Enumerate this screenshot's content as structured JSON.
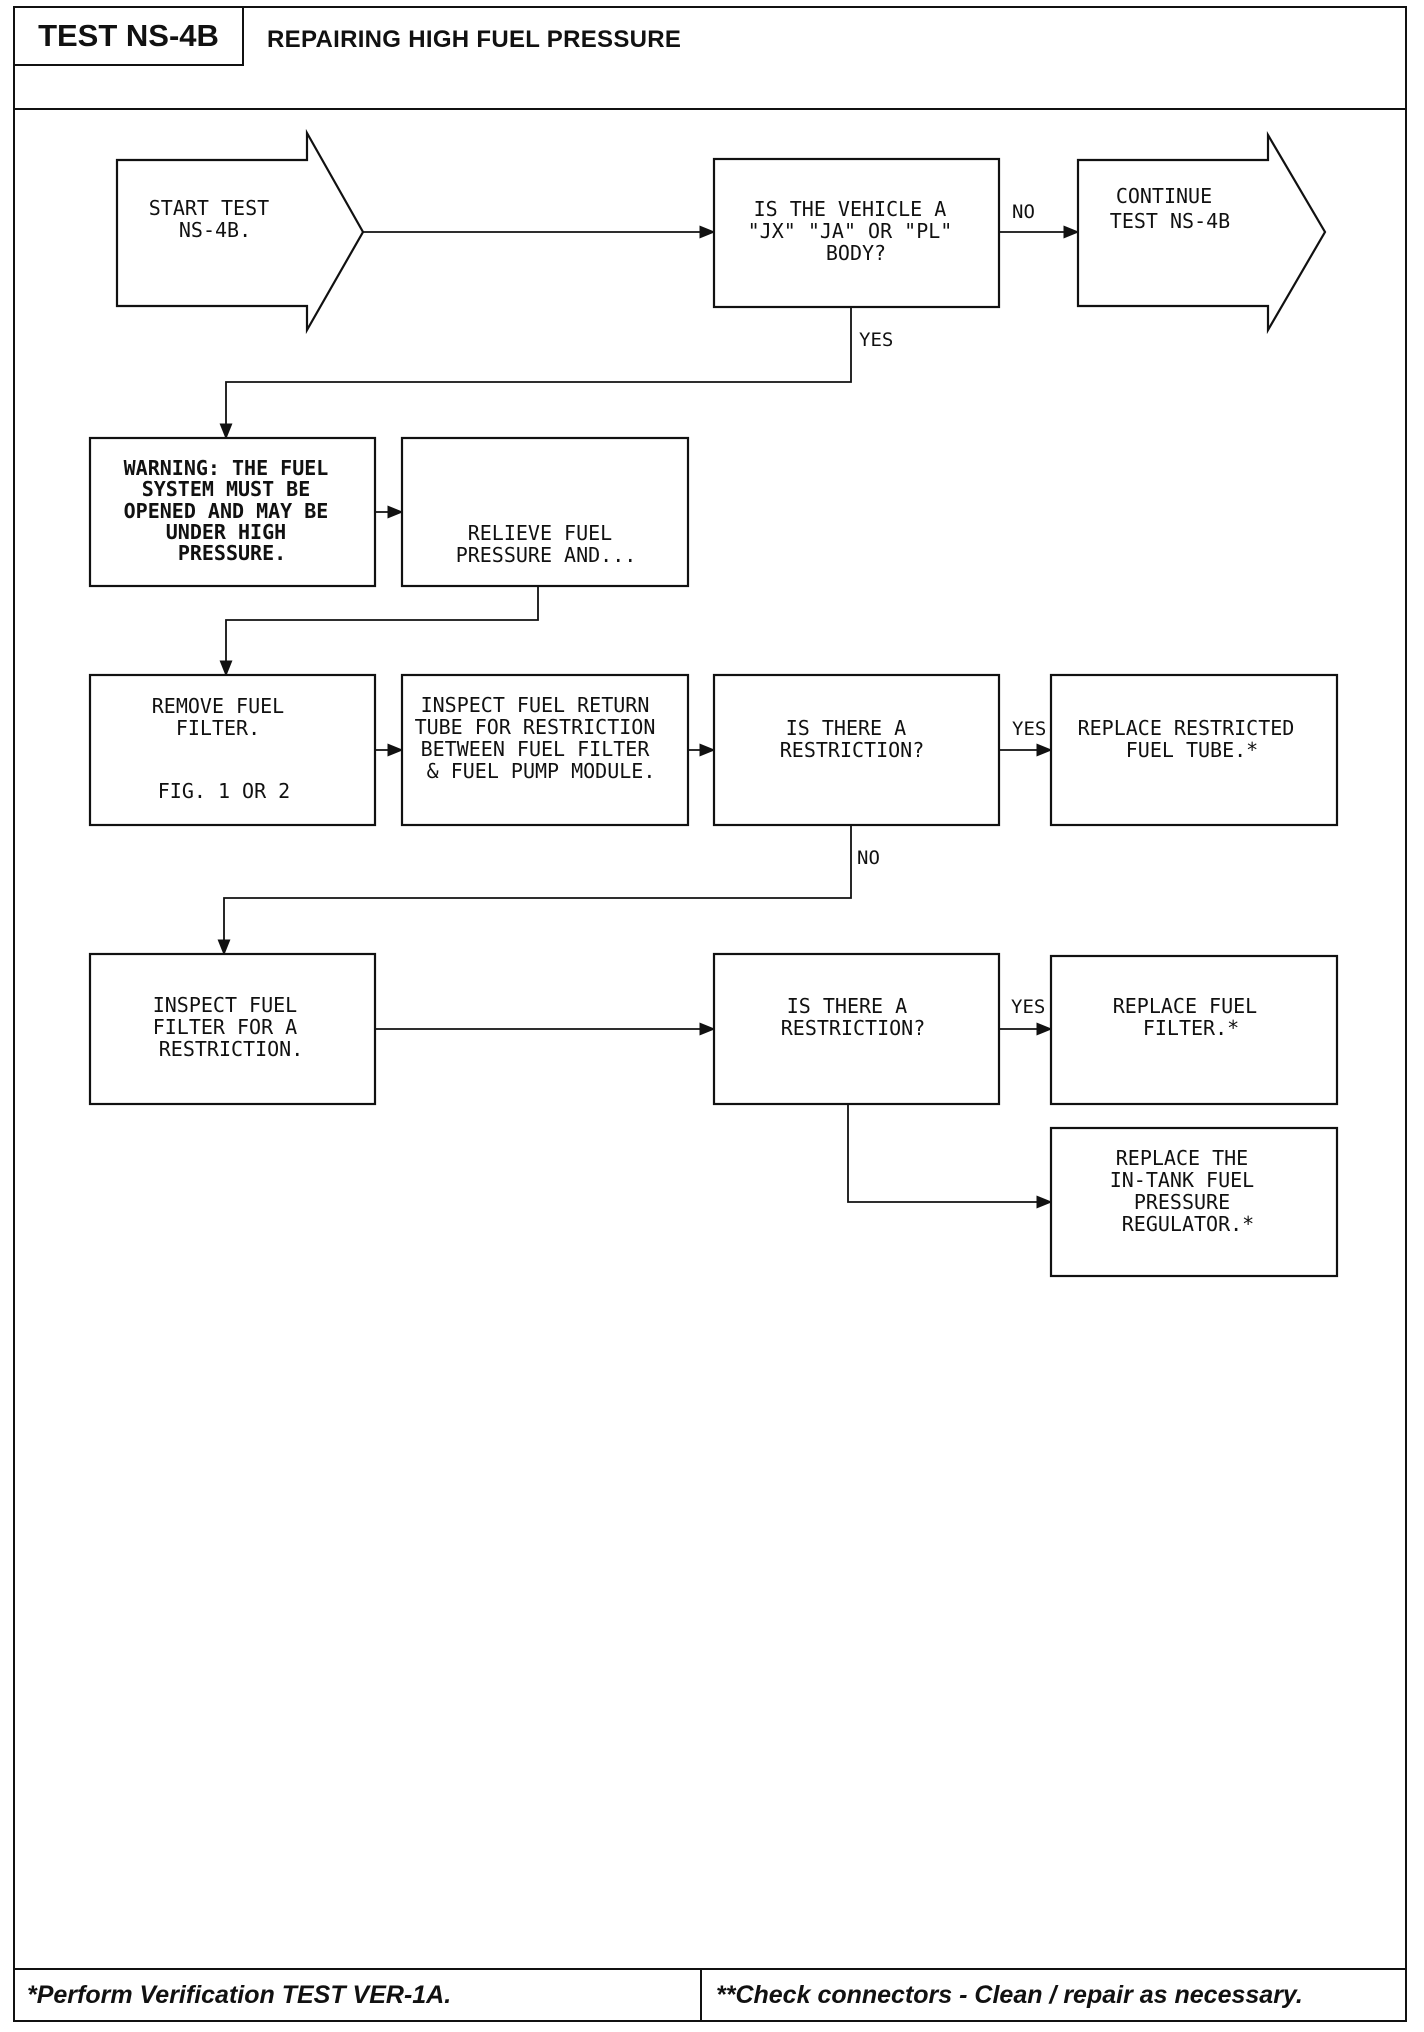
{
  "header": {
    "test_id": "TEST NS-4B",
    "title": "REPAIRING HIGH FUEL PRESSURE"
  },
  "nodes": {
    "start": [
      "START TEST",
      "NS-4B."
    ],
    "q_vehicle": [
      "IS THE VEHICLE A",
      "\"JX\" \"JA\" OR \"PL\"",
      "BODY?"
    ],
    "continue": [
      "CONTINUE",
      "TEST NS-4B"
    ],
    "warning": [
      "WARNING: THE FUEL",
      "SYSTEM MUST BE",
      "OPENED AND MAY BE",
      "UNDER HIGH",
      "PRESSURE."
    ],
    "relieve": [
      "RELIEVE FUEL",
      "PRESSURE AND..."
    ],
    "remove_filter": [
      "REMOVE FUEL",
      "FILTER.",
      "",
      "FIG. 1 OR 2"
    ],
    "inspect_return": [
      "INSPECT FUEL RETURN",
      "TUBE FOR RESTRICTION",
      "BETWEEN FUEL FILTER",
      "& FUEL PUMP MODULE."
    ],
    "q_restriction_1": [
      "IS THERE A",
      "RESTRICTION?"
    ],
    "replace_tube": [
      "REPLACE RESTRICTED",
      "FUEL TUBE.*"
    ],
    "inspect_filter": [
      "INSPECT FUEL",
      "FILTER FOR A",
      "RESTRICTION."
    ],
    "q_restriction_2": [
      "IS THERE A",
      "RESTRICTION?"
    ],
    "replace_filter": [
      "REPLACE FUEL",
      "FILTER.*"
    ],
    "replace_regulator": [
      "REPLACE THE",
      "IN-TANK FUEL",
      "PRESSURE",
      "REGULATOR.*"
    ]
  },
  "labels": {
    "no_1": "NO",
    "yes_1": "YES",
    "yes_2": "YES",
    "no_2": "NO",
    "yes_3": "YES"
  },
  "footer": {
    "left": "*Perform Verification TEST VER-1A.",
    "right": "**Check connectors - Clean / repair as necessary."
  }
}
